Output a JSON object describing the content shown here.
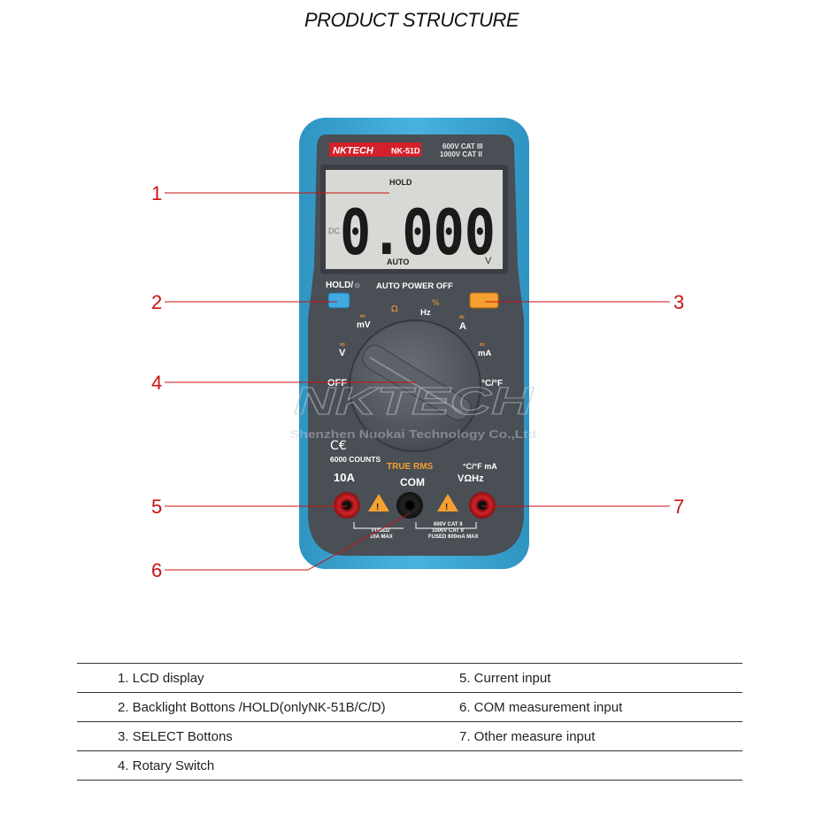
{
  "title": "PRODUCT STRUCTURE",
  "device": {
    "brand": "NKTECH",
    "model": "NK-51D",
    "rating_line1": "600V CAT III",
    "rating_line2": "1000V CAT II",
    "lcd_hold": "HOLD",
    "lcd_reading": "0.000",
    "lcd_dc": "DC",
    "lcd_auto": "AUTO",
    "lcd_unit": "V",
    "hold_button_label": "HOLD/☼",
    "auto_power_off": "AUTO POWER OFF",
    "dial_labels": {
      "mv": "mV",
      "hz": "Hz",
      "a": "A",
      "v": "V",
      "ma": "mA",
      "off": "OFF",
      "temp": "°C/°F",
      "ohm": "Ω",
      "pct": "%"
    },
    "counts": "6000 COUNTS",
    "true_rms": "TRUE RMS",
    "jack_10a": "10A",
    "jack_com": "COM",
    "jack_right": "VΩHz",
    "jack_right_top": "°C/°F mA",
    "fused_left_1": "FUSED",
    "fused_left_2": "10A MAX",
    "fused_right_1": "600V  CAT II",
    "fused_right_2": "1000V  CAT II",
    "fused_right_3": "FUSED 600mA MAX",
    "watermark_1": "NKTECH",
    "watermark_2": "Shenzhen Nuokai Technology Co.,Ltd"
  },
  "callouts": [
    "1",
    "2",
    "3",
    "4",
    "5",
    "6",
    "7"
  ],
  "legend": {
    "rows": [
      {
        "left": "1. LCD display",
        "right": "5. Current input"
      },
      {
        "left": "2. Backlight Bottons /HOLD(onlyNK-51B/C/D)",
        "right": "6. COM measurement input"
      },
      {
        "left": "3. SELECT Bottons",
        "right": "7. Other measure input"
      },
      {
        "left": "4. Rotary Switch",
        "right": ""
      }
    ]
  },
  "colors": {
    "callout_red": "#cc1111",
    "body_blue": "#3fa8d6",
    "face_gray": "#4b4f56",
    "lcd_bg": "#d6d6d2",
    "hold_button": "#3fa9e0",
    "select_button": "#f5a030",
    "jack_red": "#c8181e"
  }
}
